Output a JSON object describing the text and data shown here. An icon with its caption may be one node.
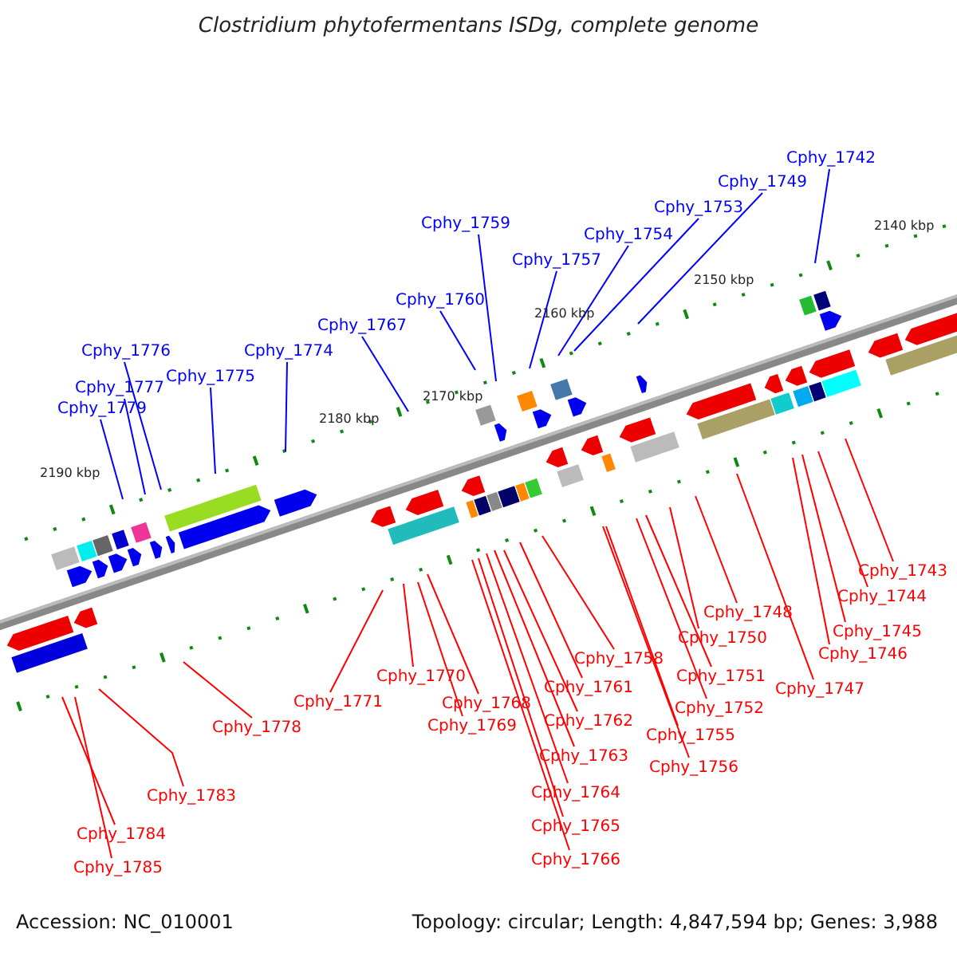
{
  "diagram": {
    "title": "Clostridium phytofermentans ISDg, complete genome",
    "nodes": [
      {
        "text": [
          "Cphy_1742"
        ]
      },
      {
        "text": [
          "Cphy_1749"
        ]
      },
      {
        "text": [
          "Cphy_1753"
        ]
      },
      {
        "text": [
          "Cphy_1754"
        ]
      },
      {
        "text": [
          "Cphy_1757"
        ]
      },
      {
        "text": [
          "Cphy_1759"
        ]
      },
      {
        "text": [
          "Cphy_1760"
        ]
      },
      {
        "text": [
          "Cphy_1767"
        ]
      },
      {
        "text": [
          "Cphy_1774"
        ]
      },
      {
        "text": [
          "Cphy_1775"
        ]
      },
      {
        "text": [
          "Cphy_1776"
        ]
      },
      {
        "text": [
          "Cphy_1777"
        ]
      },
      {
        "text": [
          "Cphy_1779"
        ]
      },
      {
        "text": [
          "Cphy_1743"
        ]
      },
      {
        "text": [
          "Cphy_1744"
        ]
      },
      {
        "text": [
          "Cphy_1745"
        ]
      },
      {
        "text": [
          "Cphy_1746"
        ]
      },
      {
        "text": [
          "Cphy_1747"
        ]
      },
      {
        "text": [
          "Cphy_1748"
        ]
      },
      {
        "text": [
          "Cphy_1750"
        ]
      },
      {
        "text": [
          "Cphy_1751"
        ]
      },
      {
        "text": [
          "Cphy_1752"
        ]
      },
      {
        "text": [
          "Cphy_1755"
        ]
      },
      {
        "text": [
          "Cphy_1756"
        ]
      },
      {
        "text": [
          "Cphy_1758"
        ]
      },
      {
        "text": [
          "Cphy_1761"
        ]
      },
      {
        "text": [
          "Cphy_1762"
        ]
      },
      {
        "text": [
          "Cphy_1763"
        ]
      },
      {
        "text": [
          "Cphy_1764"
        ]
      },
      {
        "text": [
          "Cphy_1765"
        ]
      },
      {
        "text": [
          "Cphy_1766"
        ]
      },
      {
        "text": [
          "Cphy_1768"
        ]
      },
      {
        "text": [
          "Cphy_1769"
        ]
      },
      {
        "text": [
          "Cphy_1770"
        ]
      },
      {
        "text": [
          "Cphy_1771"
        ]
      },
      {
        "text": [
          "Cphy_1778"
        ]
      },
      {
        "text": [
          "Cphy_1783"
        ]
      },
      {
        "text": [
          "Cphy_1784"
        ]
      },
      {
        "text": [
          "Cphy_1785"
        ]
      }
    ],
    "edges": [
      {
        "from": 0,
        "to": null,
        "arrow": "none",
        "color": "#0000ff"
      },
      {
        "from": 1,
        "to": null,
        "arrow": "none",
        "color": "#0000ff"
      },
      {
        "from": 2,
        "to": null,
        "arrow": "none",
        "color": "#0000ff"
      },
      {
        "from": 3,
        "to": null,
        "arrow": "none",
        "color": "#0000ff"
      },
      {
        "from": 4,
        "to": null,
        "arrow": "none",
        "color": "#0000ff"
      },
      {
        "from": 5,
        "to": null,
        "arrow": "none",
        "color": "#0000ff"
      },
      {
        "from": 6,
        "to": null,
        "arrow": "none",
        "color": "#0000ff"
      },
      {
        "from": 7,
        "to": null,
        "arrow": "none",
        "color": "#0000ff"
      },
      {
        "from": 8,
        "to": null,
        "arrow": "none",
        "color": "#0000ff"
      },
      {
        "from": 9,
        "to": null,
        "arrow": "none",
        "color": "#0000ff"
      },
      {
        "from": 10,
        "to": null,
        "arrow": "none",
        "color": "#0000ff"
      },
      {
        "from": 11,
        "to": null,
        "arrow": "none",
        "color": "#0000ff"
      },
      {
        "from": 12,
        "to": null,
        "arrow": "none",
        "color": "#0000ff"
      },
      {
        "from": 13,
        "to": null,
        "arrow": "none"
      },
      {
        "from": 14,
        "to": null,
        "arrow": "none"
      },
      {
        "from": 15,
        "to": null,
        "arrow": "none"
      },
      {
        "from": 16,
        "to": null,
        "arrow": "none"
      },
      {
        "from": 17,
        "to": null,
        "arrow": "none"
      },
      {
        "from": 18,
        "to": null,
        "arrow": "none"
      },
      {
        "from": 19,
        "to": null,
        "arrow": "none"
      },
      {
        "from": 20,
        "to": null,
        "arrow": "none"
      },
      {
        "from": 21,
        "to": null,
        "arrow": "none"
      },
      {
        "from": 22,
        "to": null,
        "arrow": "none"
      },
      {
        "from": 23,
        "to": null,
        "arrow": "none"
      },
      {
        "from": 24,
        "to": null,
        "arrow": "none"
      },
      {
        "from": 25,
        "to": null,
        "arrow": "none"
      },
      {
        "from": 26,
        "to": null,
        "arrow": "none"
      },
      {
        "from": 27,
        "to": null,
        "arrow": "none"
      },
      {
        "from": 28,
        "to": null,
        "arrow": "none"
      },
      {
        "from": 29,
        "to": null,
        "arrow": "none"
      },
      {
        "from": 30,
        "to": null,
        "arrow": "none"
      },
      {
        "from": 31,
        "to": null,
        "arrow": "none"
      },
      {
        "from": 32,
        "to": null,
        "arrow": "none"
      },
      {
        "from": 33,
        "to": null,
        "arrow": "none"
      },
      {
        "from": 34,
        "to": null,
        "arrow": "none"
      },
      {
        "from": 35,
        "to": null,
        "arrow": "none"
      },
      {
        "from": 36,
        "to": null,
        "arrow": "none"
      },
      {
        "from": 37,
        "to": null,
        "arrow": "none"
      },
      {
        "from": 38,
        "to": null,
        "arrow": "none"
      }
    ],
    "labels": [
      "2140 kbp",
      "2150 kbp",
      "2160 kbp",
      "2170 kbp",
      "2180 kbp",
      "2190 kbp",
      "Accession: NC_010001",
      "Topology: circular; Length: 4,847,594 bp; Genes: 3,988"
    ]
  }
}
